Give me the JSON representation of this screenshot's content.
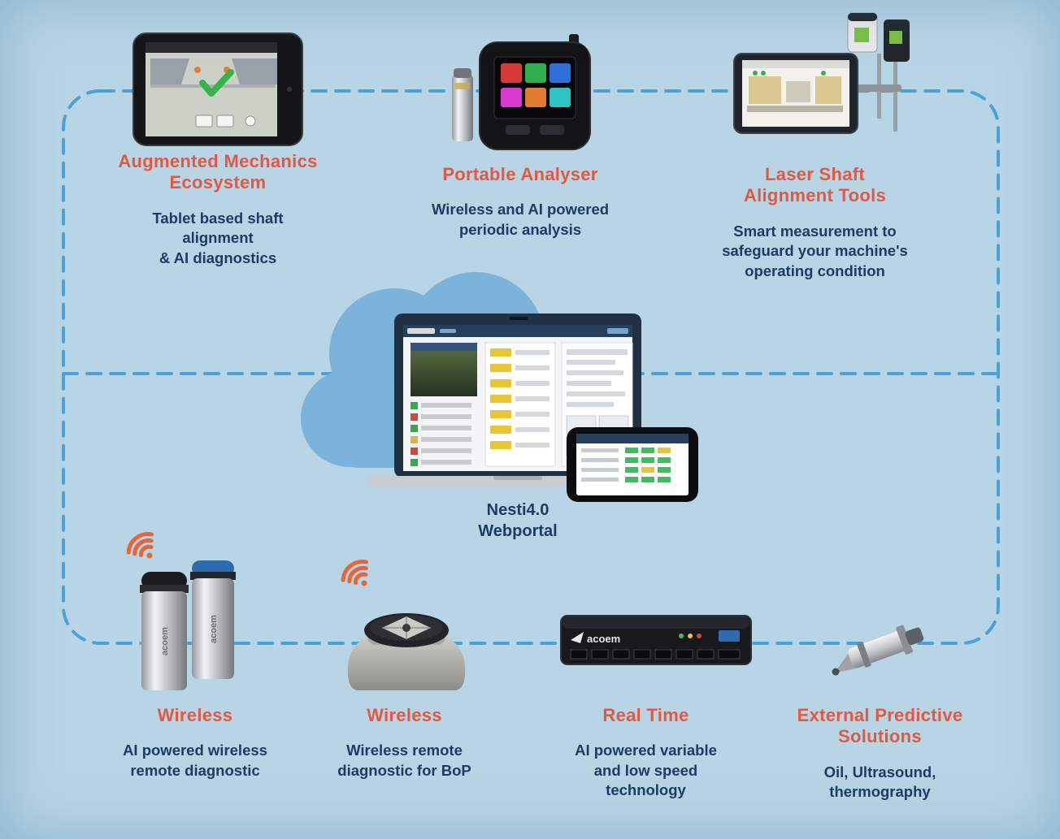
{
  "colors": {
    "background": "#b7d5e4",
    "dashed_line": "#4aa3d8",
    "heading": "#e25840",
    "body_text": "#1d3c64",
    "cloud": "#7cb3da",
    "wifi": "#e8653c",
    "status_green": "#2fae4e",
    "status_yellow": "#e9c531",
    "status_red": "#d8463a"
  },
  "brand": "acoem",
  "center": {
    "label": "Nesti4.0\nWebportal"
  },
  "top_products": [
    {
      "title": "Augmented Mechanics\nEcosystem",
      "description": "Tablet based shaft\nalignment\n& AI diagnostics"
    },
    {
      "title": "Portable Analyser",
      "description": "Wireless and AI powered\nperiodic analysis"
    },
    {
      "title": "Laser Shaft\nAlignment Tools",
      "description": "Smart measurement to\nsafeguard your machine's\noperating condition"
    }
  ],
  "bottom_products": [
    {
      "title": "Wireless",
      "description": "AI powered wireless\nremote diagnostic"
    },
    {
      "title": "Wireless",
      "description": "Wireless remote\ndiagnostic for BoP"
    },
    {
      "title": "Real Time",
      "description": "AI powered variable\nand low speed\ntechnology"
    },
    {
      "title": "External Predictive\nSolutions",
      "description": "Oil, Ultrasound,\nthermography"
    }
  ]
}
